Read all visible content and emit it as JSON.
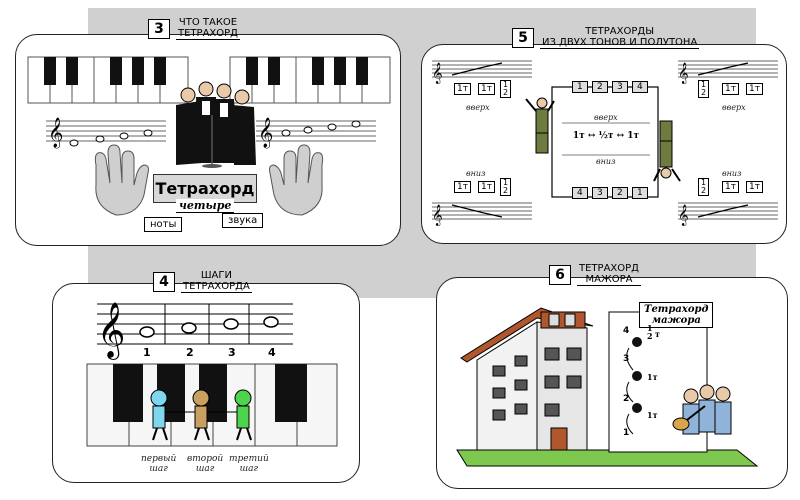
{
  "panel3": {
    "number": "3",
    "title_line1": "ЧТО ТАКОЕ",
    "title_line2": "ТЕТРАХОРД",
    "main_label": "Тетрахорд",
    "sub_label": "четыре",
    "left_word": "ноты",
    "right_word": "звука"
  },
  "panel5": {
    "number": "5",
    "title_line1": "ТЕТРАХОРДЫ",
    "title_line2": "ИЗ ДВУХ ТОНОВ И ПОЛУТОНА",
    "up_word": "вверх",
    "down_word": "вниз",
    "tone_label": "1т",
    "half_num": "1",
    "half_den": "2",
    "half_unit": "т",
    "center_formula": "1т ↔ ½т ↔ 1т",
    "top_numbers": [
      "1",
      "2",
      "3",
      "4"
    ],
    "bottom_numbers": [
      "4",
      "3",
      "2",
      "1"
    ]
  },
  "panel4": {
    "number": "4",
    "title_line1": "ШАГИ",
    "title_line2": "ТЕТРАХОРДА",
    "note_numbers": [
      "1",
      "2",
      "3",
      "4"
    ],
    "steps": [
      {
        "line1": "первый",
        "line2": "шаг"
      },
      {
        "line1": "второй",
        "line2": "шаг"
      },
      {
        "line1": "третий",
        "line2": "шаг"
      }
    ]
  },
  "panel6": {
    "number": "6",
    "title_line1": "ТЕТРАХОРД",
    "title_line2": "МАЖОРА",
    "sign_line1": "Тетрахорд",
    "sign_line2": "мажора",
    "floor_numbers": [
      "4",
      "3",
      "2",
      "1"
    ],
    "step_labels": [
      "½т",
      "1т",
      "1т"
    ],
    "half_num": "1",
    "half_den": "2",
    "half_unit": "т",
    "tone_label": "1т"
  }
}
